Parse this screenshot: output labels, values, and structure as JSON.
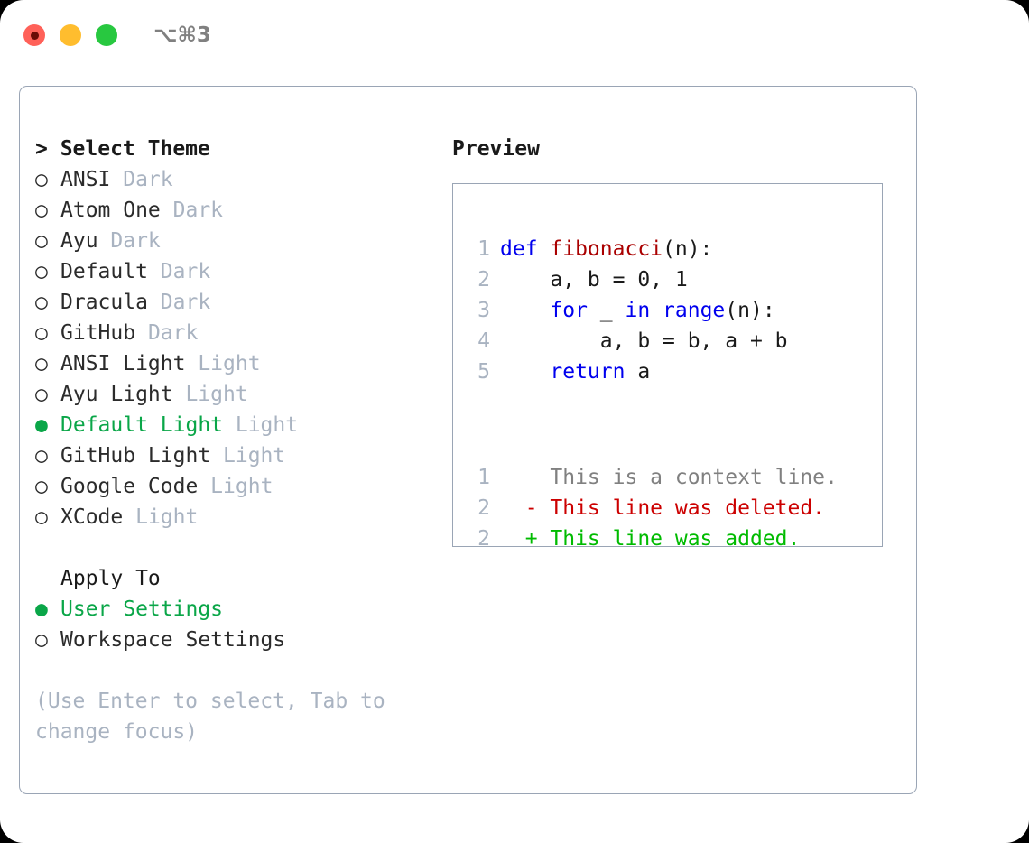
{
  "titlebar": {
    "lights": [
      {
        "name": "close",
        "color": "#ff6159"
      },
      {
        "name": "minimize",
        "color": "#ffbd2e"
      },
      {
        "name": "maximize",
        "color": "#28c840"
      }
    ],
    "shortcut": "⌥⌘3"
  },
  "theme_panel": {
    "header": "> Select Theme",
    "focused": true,
    "marker_selected": "●",
    "marker_unselected": "○",
    "accent_color": "#0aa648",
    "items": [
      {
        "marker": "○",
        "name": "ANSI",
        "tag": "Dark",
        "selected": false
      },
      {
        "marker": "○",
        "name": "Atom One",
        "tag": "Dark",
        "selected": false
      },
      {
        "marker": "○",
        "name": "Ayu",
        "tag": "Dark",
        "selected": false
      },
      {
        "marker": "○",
        "name": "Default",
        "tag": "Dark",
        "selected": false
      },
      {
        "marker": "○",
        "name": "Dracula",
        "tag": "Dark",
        "selected": false
      },
      {
        "marker": "○",
        "name": "GitHub",
        "tag": "Dark",
        "selected": false
      },
      {
        "marker": "○",
        "name": "ANSI Light",
        "tag": "Light",
        "selected": false
      },
      {
        "marker": "○",
        "name": "Ayu Light",
        "tag": "Light",
        "selected": false
      },
      {
        "marker": "●",
        "name": "Default Light",
        "tag": "Light",
        "selected": true
      },
      {
        "marker": "○",
        "name": "GitHub Light",
        "tag": "Light",
        "selected": false
      },
      {
        "marker": "○",
        "name": "Google Code",
        "tag": "Light",
        "selected": false
      },
      {
        "marker": "○",
        "name": "XCode",
        "tag": "Light",
        "selected": false
      }
    ]
  },
  "apply_to": {
    "header": "Apply To",
    "items": [
      {
        "marker": "●",
        "name": "User Settings",
        "selected": true
      },
      {
        "marker": "○",
        "name": "Workspace Settings",
        "selected": false
      }
    ]
  },
  "hint": "(Use Enter to select, Tab to change focus)",
  "preview": {
    "header": "Preview",
    "code_lines": [
      {
        "num": "1",
        "tokens": [
          {
            "t": "def ",
            "k": "kw"
          },
          {
            "t": "fibonacci",
            "k": "fn"
          },
          {
            "t": "(n):",
            "k": "plain"
          }
        ]
      },
      {
        "num": "2",
        "tokens": [
          {
            "t": "    a, b = 0, 1",
            "k": "plain"
          }
        ]
      },
      {
        "num": "3",
        "tokens": [
          {
            "t": "    ",
            "k": "plain"
          },
          {
            "t": "for",
            "k": "kw"
          },
          {
            "t": " _ ",
            "k": "plain"
          },
          {
            "t": "in",
            "k": "kw"
          },
          {
            "t": " ",
            "k": "plain"
          },
          {
            "t": "range",
            "k": "builtin"
          },
          {
            "t": "(n):",
            "k": "plain"
          }
        ]
      },
      {
        "num": "4",
        "tokens": [
          {
            "t": "        a, b = b, a + b",
            "k": "plain"
          }
        ]
      },
      {
        "num": "5",
        "tokens": [
          {
            "t": "    ",
            "k": "plain"
          },
          {
            "t": "return",
            "k": "kw"
          },
          {
            "t": " a",
            "k": "plain"
          }
        ]
      }
    ],
    "diff_lines": [
      {
        "num": "1",
        "sign": " ",
        "text": " This is a context line.",
        "kind": "ctx"
      },
      {
        "num": "2",
        "sign": "-",
        "text": " This line was deleted.",
        "kind": "del"
      },
      {
        "num": "2",
        "sign": "+",
        "text": " This line was added.",
        "kind": "add"
      }
    ]
  }
}
